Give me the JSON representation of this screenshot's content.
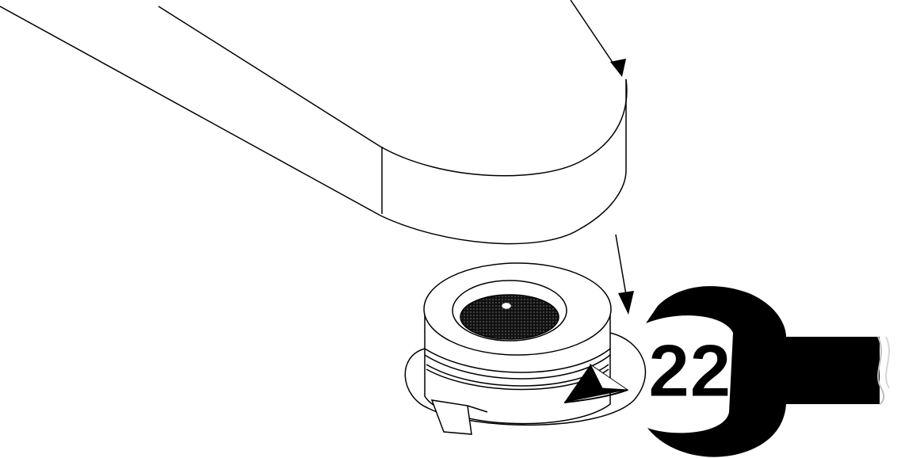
{
  "illustration": {
    "wrench_size_label": "22",
    "colors": {
      "line": "#000000",
      "fill": "#ffffff",
      "wrench": "#000000",
      "mesh": "#1a1a1a"
    },
    "parts": [
      "faucet-spout",
      "aerator",
      "wrench",
      "arrow-down",
      "rotation-arrow"
    ]
  }
}
